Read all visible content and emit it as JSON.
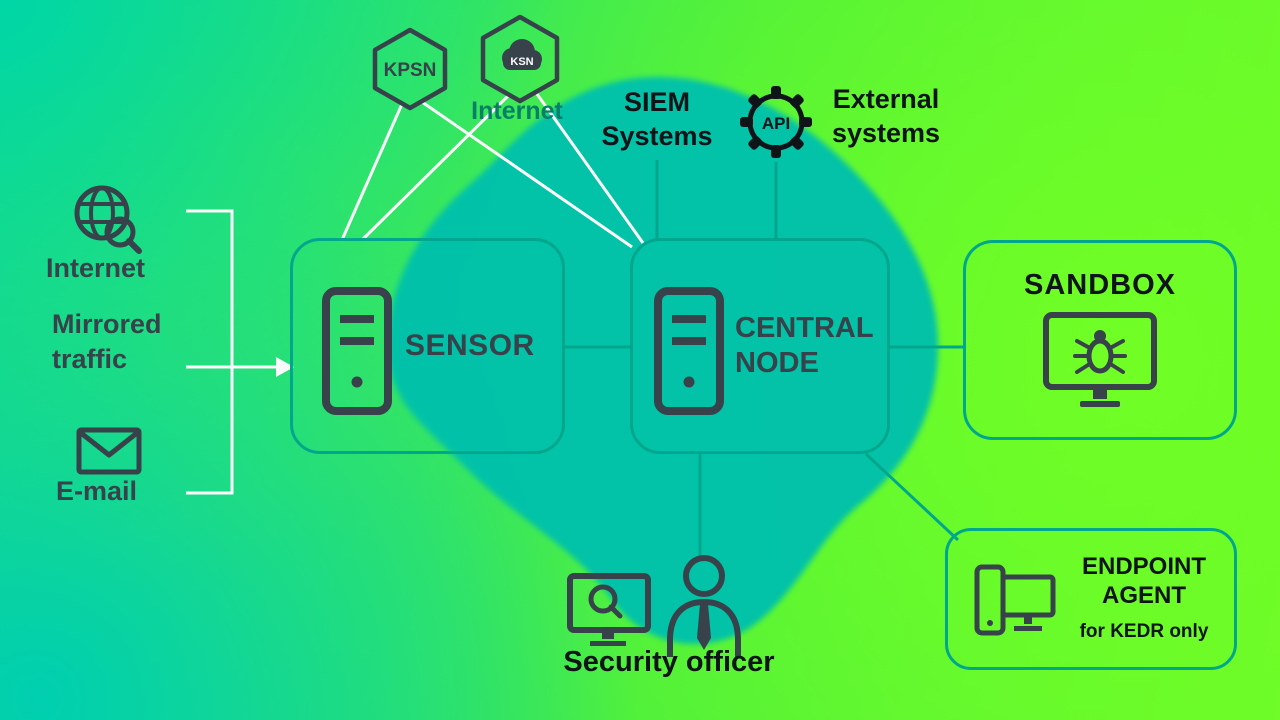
{
  "colors": {
    "accent_teal_border": "#00a78c",
    "blob_teal": "#05c1ab",
    "icon_dark_gray": "#37424a",
    "text_black": "#0e1417",
    "internet_teal_text": "#067f66",
    "white_line": "#fafafa",
    "background_green": "#4cee3e",
    "background_teal": "#00d6a6"
  },
  "left": {
    "internet_label": "Internet",
    "mirrored_traffic_label": "Mirrored traffic",
    "email_label": "E-mail"
  },
  "top": {
    "kpsn_label": "KPSN",
    "ksn_label": "KSN",
    "ksn_internet_label": "Internet",
    "siem_label": "SIEM Systems",
    "api_label": "API",
    "external_label": "External systems"
  },
  "nodes": {
    "sensor_label": "SENSOR",
    "central_node_label": "CENTRAL NODE",
    "sandbox_label": "SANDBOX",
    "endpoint_agent_label": "ENDPOINT AGENT",
    "endpoint_agent_sublabel": "for KEDR only"
  },
  "bottom": {
    "security_officer_label": "Security officer"
  }
}
